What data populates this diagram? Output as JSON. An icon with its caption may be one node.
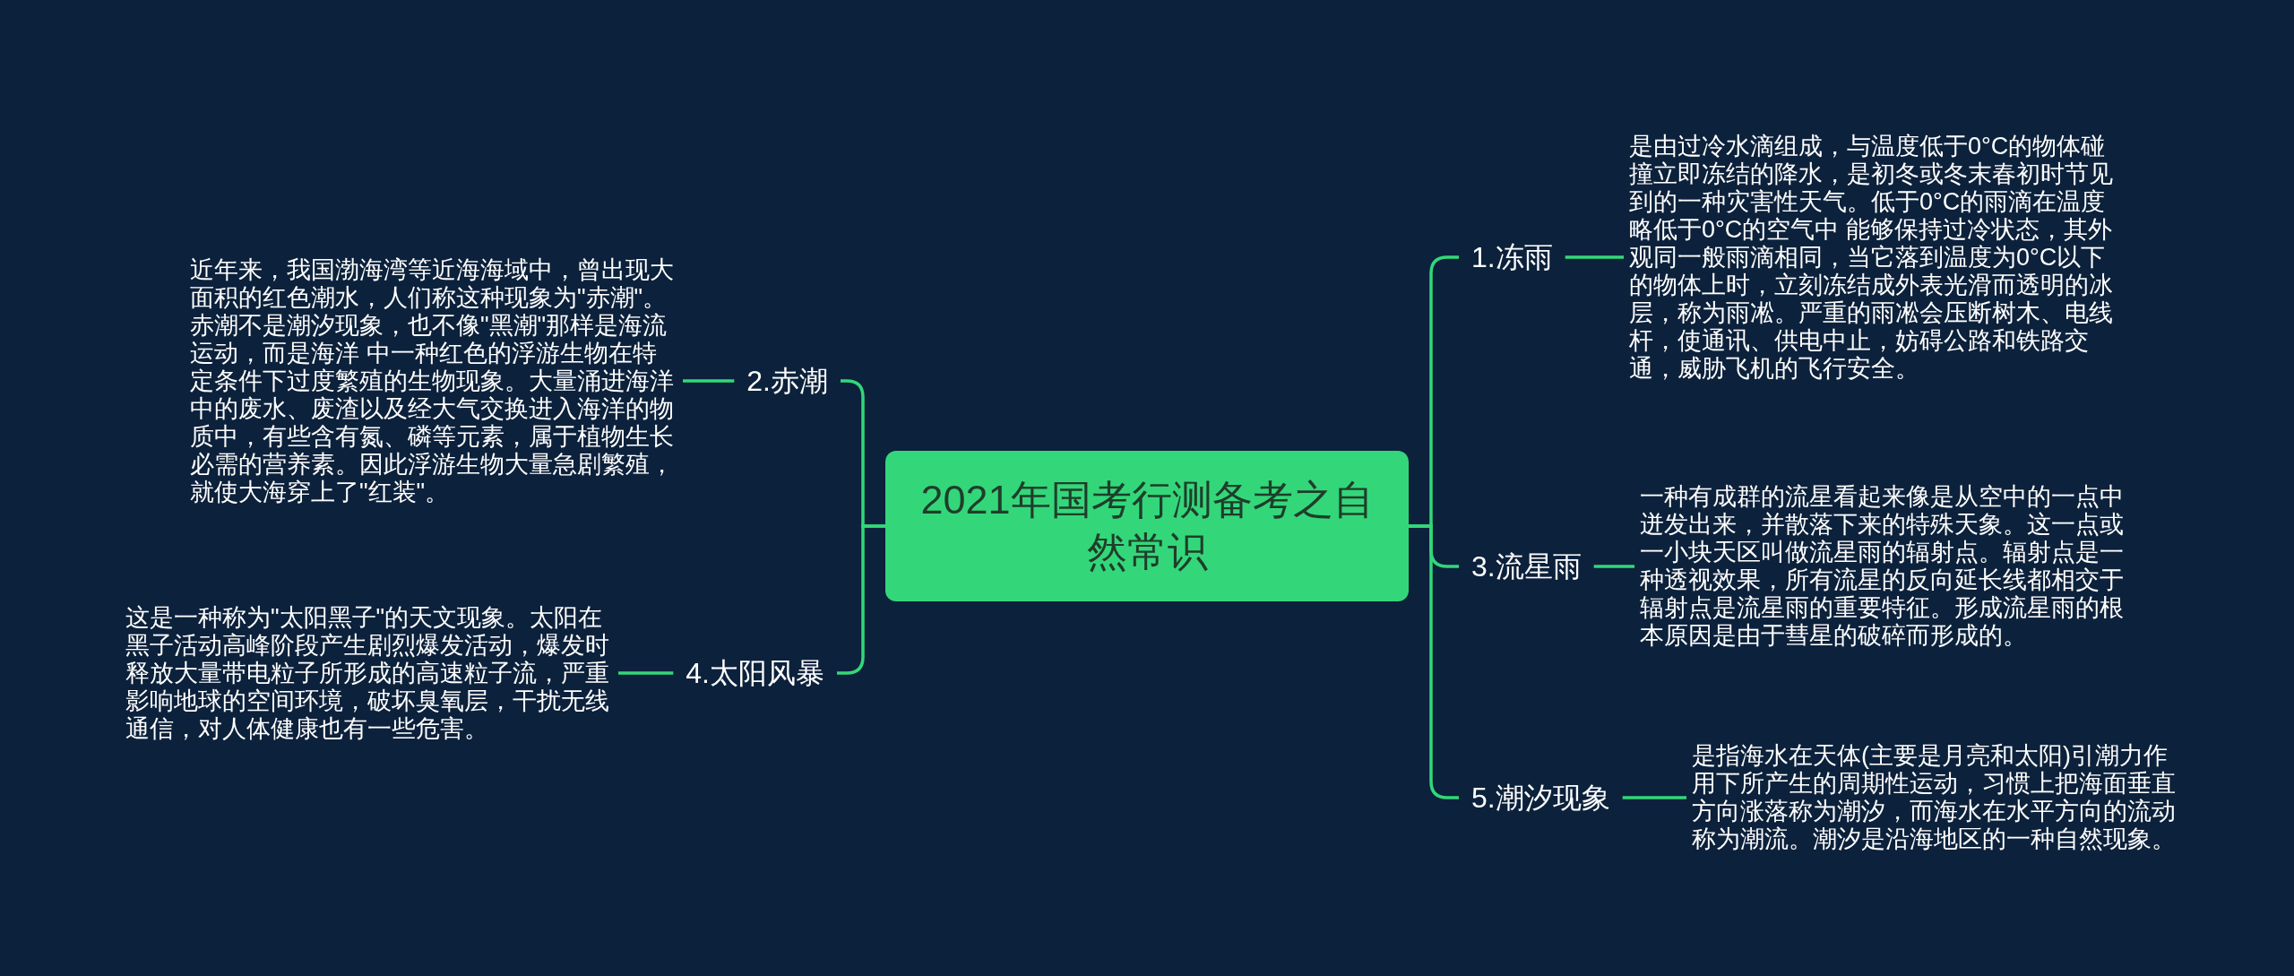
{
  "diagram": {
    "nodes": [
      {
        "text": [
          "2021年国考行测备考之自然常识"
        ]
      },
      {
        "text": [
          "1.冻雨"
        ]
      },
      {
        "text": [
          "是由过冷水滴组成，与温度低于0°C的物体碰撞立即冻结的降水，是初冬或冬末春初时节见到的一种灾害性天气。低于0°C的雨滴在温度略低于0°C的空气中 能够保持过冷状态，其外观同一般雨滴相同，当它落到温度为0°C以下的物体上时，立刻冻结成外表光滑而透明的冰层，称为雨凇。严重的雨凇会压断树木、电线杆，使通讯、供电中止，妨碍公路和铁路交通，威胁飞机的飞行安全。"
        ]
      },
      {
        "text": [
          "2.赤潮"
        ]
      },
      {
        "text": [
          "近年来，我国渤海湾等近海海域中，曾出现大面积的红色潮水，人们称这种现象为\"赤潮\"。赤潮不是潮汐现象，也不像\"黑潮\"那样是海流运动，而是海洋 中一种红色的浮游生物在特定条件下过度繁殖的生物现象。大量涌进海洋中的废水、废渣以及经大气交换进入海洋的物质中，有些含有氮、磷等元素，属于植物生长必需的营养素。因此浮游生物大量急剧繁殖，就使大海穿上了\"红装\"。"
        ]
      },
      {
        "text": [
          "3.流星雨"
        ]
      },
      {
        "text": [
          "一种有成群的流星看起来像是从空中的一点中迸发出来，并散落下来的特殊天象。这一点或一小块天区叫做流星雨的辐射点。辐射点是一种透视效果，所有流星的反向延长线都相交于辐射点是流星雨的重要特征。形成流星雨的根本原因是由于彗星的破碎而形成的。"
        ]
      },
      {
        "text": [
          "4.太阳风暴"
        ]
      },
      {
        "text": [
          "这是一种称为\"太阳黑子\"的天文现象。太阳在黑子活动高峰阶段产生剧烈爆发活动，爆发时释放大量带电粒子所形成的高速粒子流，严重影响地球的空间环境，破坏臭氧层，干扰无线通信，对人体健康也有一些危害。"
        ]
      },
      {
        "text": [
          "5.潮汐现象"
        ]
      },
      {
        "text": [
          "是指海水在天体(主要是月亮和太阳)引潮力作用下所产生的周期性运动，习惯上把海面垂直方向涨落称为潮汐，而海水在水平方向的流动称为潮流。潮汐是沿海地区的一种自然现象。"
        ]
      }
    ],
    "edges": [
      {
        "from": 0,
        "to": 1,
        "arrow": "none"
      },
      {
        "from": 1,
        "to": 2,
        "arrow": "none"
      },
      {
        "from": 0,
        "to": 3,
        "arrow": "none"
      },
      {
        "from": 3,
        "to": 4,
        "arrow": "none"
      },
      {
        "from": 0,
        "to": 5,
        "arrow": "none"
      },
      {
        "from": 5,
        "to": 6,
        "arrow": "none"
      },
      {
        "from": 0,
        "to": 7,
        "arrow": "none"
      },
      {
        "from": 7,
        "to": 8,
        "arrow": "none"
      },
      {
        "from": 0,
        "to": 9,
        "arrow": "none"
      },
      {
        "from": 9,
        "to": 10,
        "arrow": "none"
      }
    ]
  }
}
